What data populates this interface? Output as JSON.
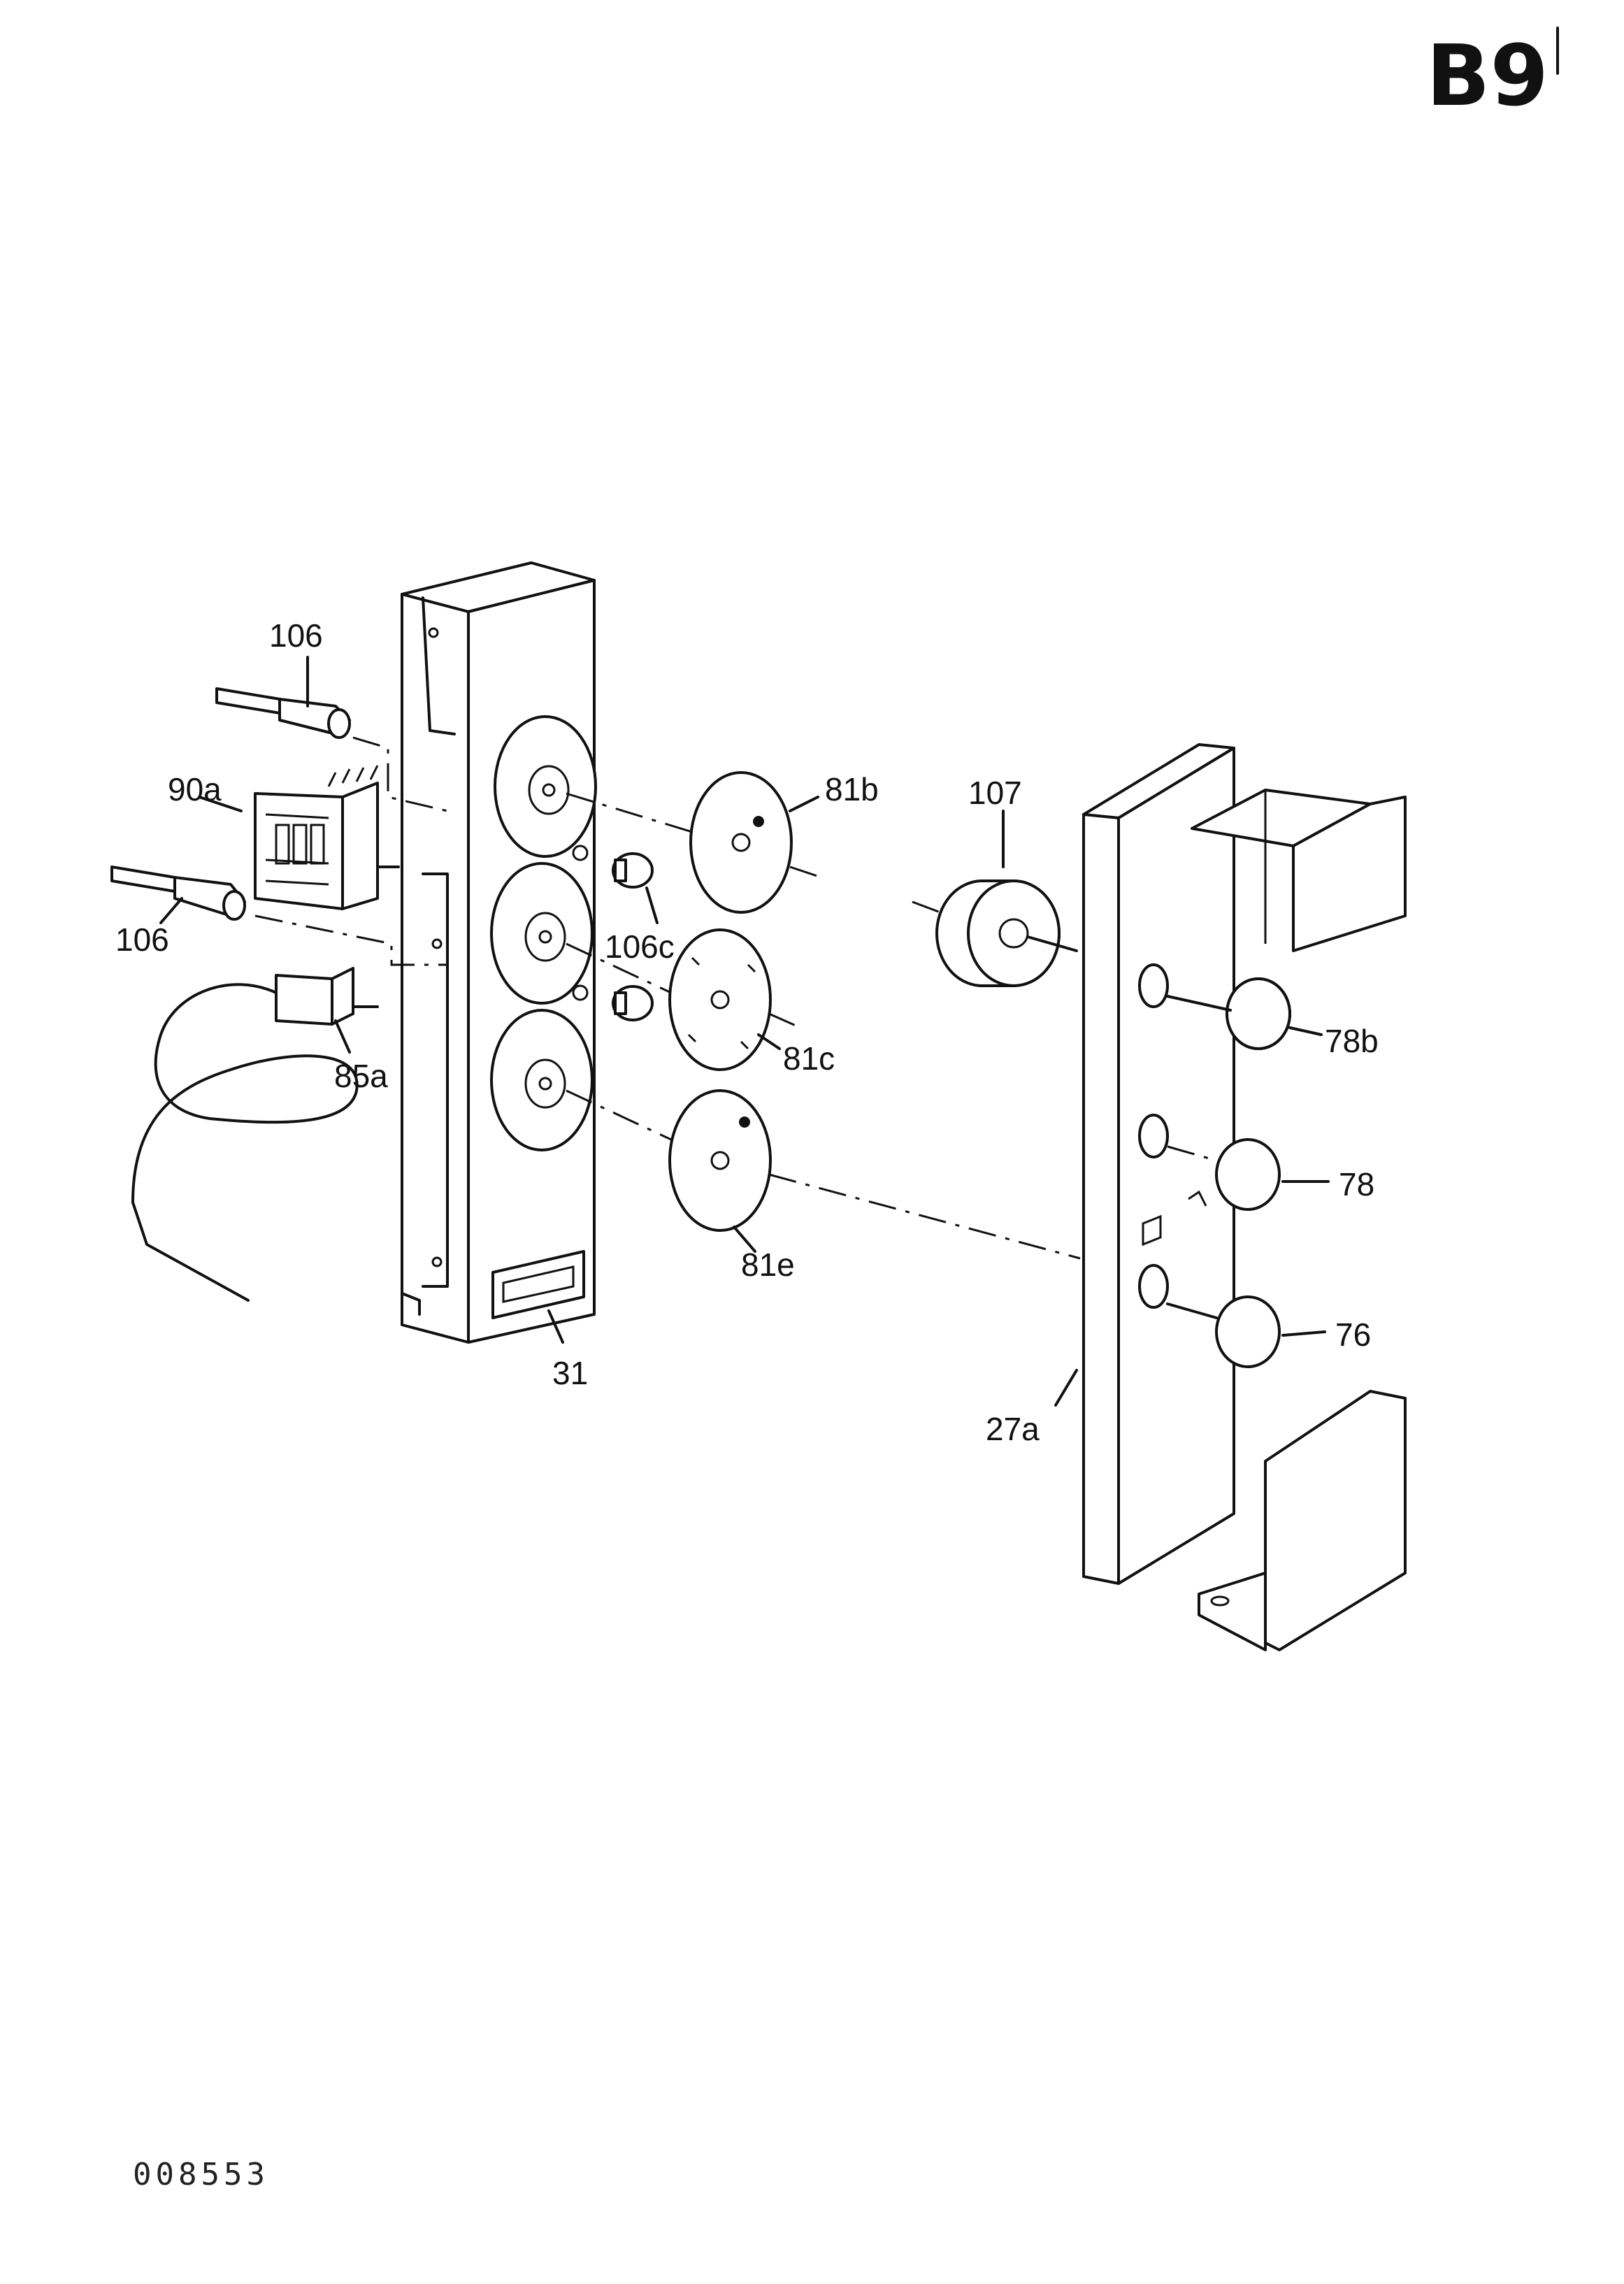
{
  "sheet_id": "B9",
  "doc_number": "008553",
  "callouts": {
    "c106_top": "106",
    "c90a": "90a",
    "c106_bottom": "106",
    "c85a": "85a",
    "c106c": "106c",
    "c81b": "81b",
    "c81c": "81c",
    "c81e": "81e",
    "c107": "107",
    "c78b": "78b",
    "c78": "78",
    "c76": "76",
    "c31": "31",
    "c27a": "27a"
  }
}
